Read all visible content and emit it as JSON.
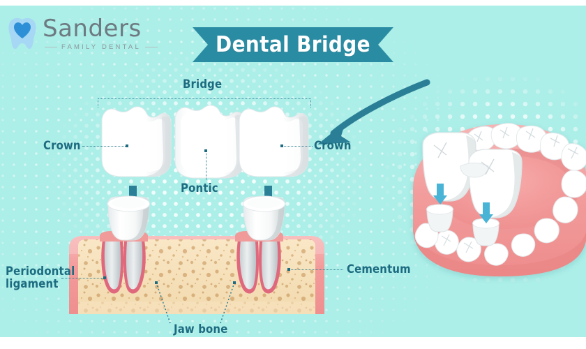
{
  "page": {
    "background_color": "#aceee8",
    "accent_color": "#1d6b80",
    "ribbon_color": "#2a8ca3"
  },
  "logo": {
    "name": "Sanders",
    "tagline": "FAMILY DENTAL",
    "mark_icon": "tooth-heart-icon",
    "tooth_color": "#9fd4f2",
    "heart_color": "#2a8fd8"
  },
  "header": {
    "title": "Dental Bridge"
  },
  "diagram": {
    "name": "dental-bridge-cross-section",
    "labels": {
      "bridge": "Bridge",
      "crown_left": "Crown",
      "crown_right": "Crown",
      "pontic": "Pontic",
      "periodontal_ligament_line1": "Periodontal",
      "periodontal_ligament_line2": "ligament",
      "cementum": "Cementum",
      "jaw_bone": "Jaw bone"
    },
    "colors": {
      "tooth_white": "#ffffff",
      "tooth_shade": "#dfe4e6",
      "gum_pink": "#f59b9b",
      "gum_pink_light": "#f7bcbc",
      "bone_tan": "#f6e0b9",
      "bone_speckle": "#b07c3f",
      "ligament": "#e0687d",
      "root_gray": "#d2d7d9"
    },
    "arrow_down_count": 2,
    "curved_arrow_icon": "curved-arrow-left-icon"
  },
  "model": {
    "name": "dental-arch-model",
    "description": "lower dental arch with three-unit bridge being seated on two prepared abutments",
    "gum_color": "#f09a9a",
    "tooth_color": "#ffffff",
    "placement_arrow_color": "#4ab4d6",
    "placement_arrow_count": 2
  }
}
